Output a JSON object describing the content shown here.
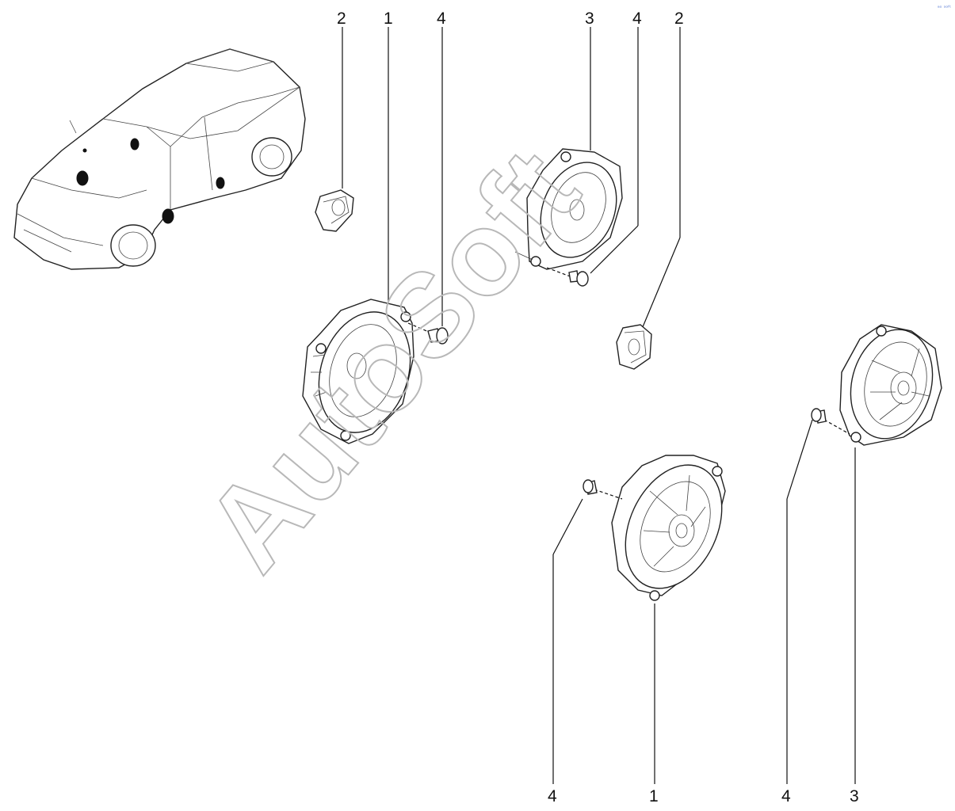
{
  "diagram": {
    "watermark": "AutoSoft",
    "corner_mark": "ᵃˢ ˢᵒᶠᵗ",
    "callouts": [
      {
        "id": "c-top-2a",
        "label": "2"
      },
      {
        "id": "c-top-1",
        "label": "1"
      },
      {
        "id": "c-top-4a",
        "label": "4"
      },
      {
        "id": "c-top-3",
        "label": "3"
      },
      {
        "id": "c-top-4b",
        "label": "4"
      },
      {
        "id": "c-top-2b",
        "label": "2"
      },
      {
        "id": "c-bot-4a",
        "label": "4"
      },
      {
        "id": "c-bot-1",
        "label": "1"
      },
      {
        "id": "c-bot-4b",
        "label": "4"
      },
      {
        "id": "c-bot-3",
        "label": "3"
      }
    ],
    "parts": [
      {
        "number": "1",
        "name": "speaker"
      },
      {
        "number": "2",
        "name": "tweeter"
      },
      {
        "number": "3",
        "name": "speaker"
      },
      {
        "number": "4",
        "name": "screw"
      }
    ]
  }
}
